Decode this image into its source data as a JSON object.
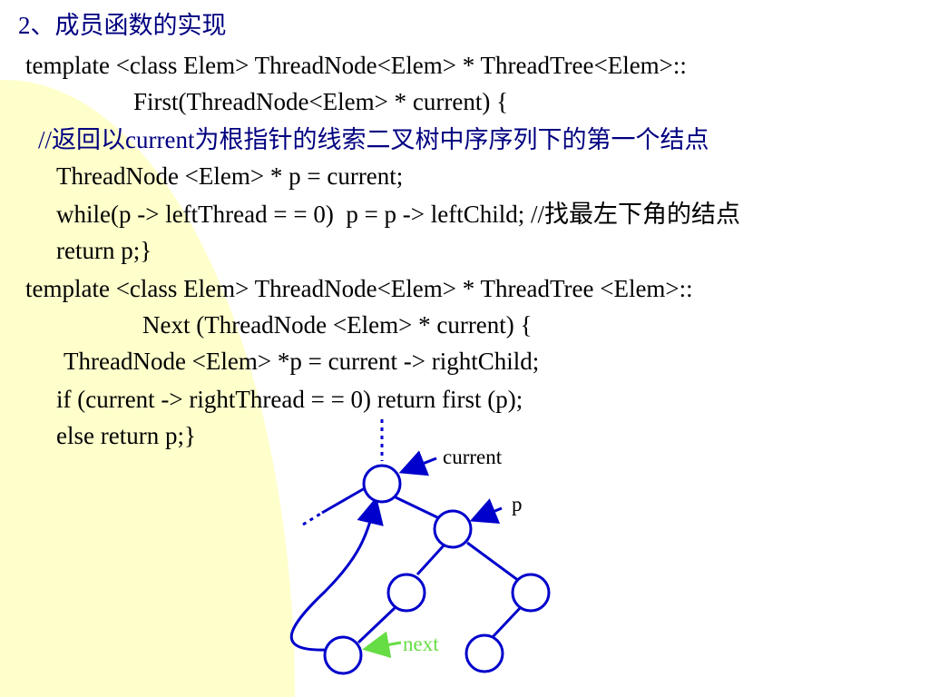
{
  "slide": {
    "title": "2、成员函数的实现",
    "code_lines": [
      "template <class Elem> ThreadNode<Elem> * ThreadTree<Elem>::",
      "First(ThreadNode<Elem> * current) {",
      "//返回以current为根指针的线索二叉树中序序列下的第一个结点",
      "ThreadNode <Elem> * p = current;",
      "while(p -> leftThread = = 0)  p = p -> leftChild; //找最左下角的结点",
      "return p;}",
      "template <class Elem> ThreadNode<Elem> * ThreadTree <Elem>::",
      "Next (ThreadNode <Elem> * current) {",
      "ThreadNode <Elem> *p = current -> rightChild;",
      "if (current -> rightThread = = 0) return first (p);",
      "else return p;}"
    ]
  },
  "diagram": {
    "labels": {
      "current": "current",
      "p": "p",
      "next": "next"
    },
    "colors": {
      "node": "#0000cc",
      "next_arrow": "#66dd44",
      "title": "#000080",
      "background_band": "#ffffcc"
    }
  }
}
